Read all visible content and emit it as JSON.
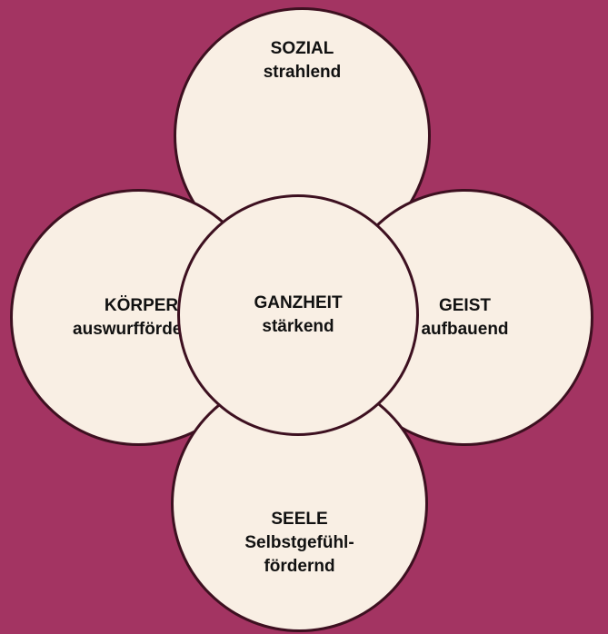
{
  "diagram": {
    "center": {
      "title": "GANZHEIT",
      "subtitle": "stärkend"
    },
    "top": {
      "title": "SOZIAL",
      "subtitle": "strahlend"
    },
    "left": {
      "title": "KÖRPER",
      "subtitle": "auswurffördernd"
    },
    "right": {
      "title": "GEIST",
      "subtitle": "aufbauend"
    },
    "bottom": {
      "title": "SEELE",
      "subtitle_line1": "Selbstgefühl-",
      "subtitle_line2": "fördernd"
    }
  },
  "colors": {
    "background": "#a33462",
    "circle_fill": "#f9efe4",
    "circle_border": "#3d1020",
    "text": "#111111"
  }
}
